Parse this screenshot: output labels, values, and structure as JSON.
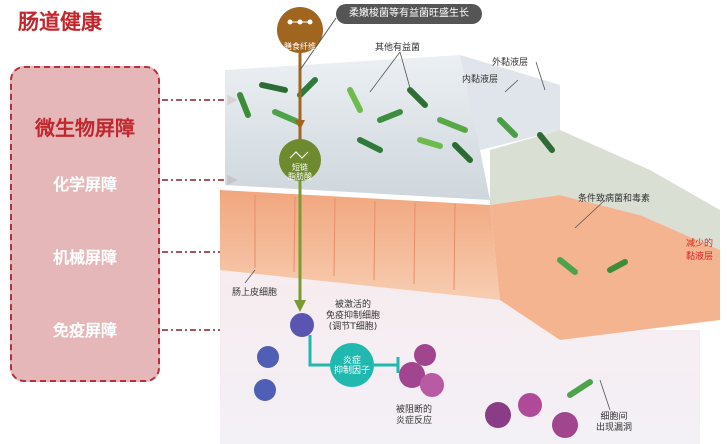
{
  "title": "肠道健康",
  "barriers": [
    "微生物屏障",
    "化学屏障",
    "机械屏障",
    "免疫屏障"
  ],
  "labels": {
    "fiber": "膳食纤维",
    "pill": "柔嫩梭菌等有益菌旺盛生长",
    "other_bacteria": "其他有益菌",
    "outer_mucus": "外黏液层",
    "inner_mucus": "内黏液层",
    "scfa": "短链\n脂肪酸",
    "pathogens": "条件致病菌和毒素",
    "reduced_mucus": "减少的\n黏液层",
    "epithelial": "肠上皮细胞",
    "activated_cells": "被激活的\n免疫抑制细胞\n(调节T细胞)",
    "anti_inflammatory": "炎症\n抑制因子",
    "blocked_inflammation": "被阻断的\n炎症反应",
    "leakage": "细胞间\n出现漏洞"
  },
  "colors": {
    "accent_red": "#c0282e",
    "fiber_brown": "#a0651f",
    "scfa_green": "#6e8a2e",
    "immune_teal": "#21b8b0"
  }
}
